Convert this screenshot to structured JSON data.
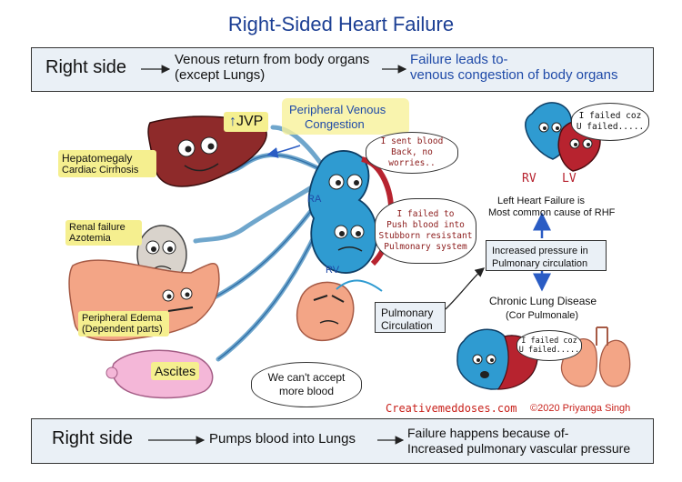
{
  "title": "Right-Sided Heart Failure",
  "top_box": {
    "side_label": "Right side",
    "line1": "Venous return from body organs",
    "line2": "(except Lungs)",
    "result_line1": "Failure leads to-",
    "result_line2": "venous congestion of body organs"
  },
  "bottom_box": {
    "side_label": "Right side",
    "middle": "Pumps blood into Lungs",
    "result_line1": "Failure happens because of-",
    "result_line2": "Increased pulmonary vascular pressure"
  },
  "labels": {
    "jvp_arrow": "↑",
    "jvp": "JVP",
    "peripheral_line1": "Peripheral Venous",
    "peripheral_line2": "Congestion",
    "hepatomegaly": "Hepatomegaly",
    "cirrhosis": "Cardiac Cirrhosis",
    "renal": "Renal failure",
    "azotemia": "Azotemia",
    "edema_line1": "Peripheral Edema",
    "edema_line2": "(Dependent parts)",
    "ascites": "Ascites",
    "ra": "RA",
    "rv": "RV",
    "rv_top": "RV",
    "lv_top": "LV",
    "pulm_circ_line1": "Pulmonary",
    "pulm_circ_line2": "Circulation",
    "lhf_line1": "Left Heart Failure is",
    "lhf_line2": "Most common cause of RHF",
    "pressure_line1": "Increased pressure in",
    "pressure_line2": "Pulmonary circulation",
    "cld_line1": "Chronic Lung Disease",
    "cld_line2": "(Cor Pulmonale)"
  },
  "bubbles": {
    "sent_blood": "I sent blood\nBack, no worries..",
    "failed_push": "I failed to\nPush blood into\nStubborn resistant\nPulmonary system",
    "failed_coz_top": "I failed coz\nU failed.....",
    "failed_coz_bottom": "I failed coz\nU failed.....",
    "cant_accept": "We can't accept\nmore blood"
  },
  "credits": {
    "site": "Creativemeddoses.com",
    "copyright": "©2020 Priyanga Singh"
  },
  "colors": {
    "title_blue": "#1c3f94",
    "box_fill": "#eaf0f6",
    "highlight": "#f7f19a",
    "heart_blue": "#2f9bd1",
    "heart_red": "#b7232f",
    "liver": "#8e2a2a",
    "skin": "#f3a586",
    "ascites_pink": "#f4b7d8",
    "vein_blue": "#6fa6cc",
    "credit_red": "#c8211b"
  }
}
